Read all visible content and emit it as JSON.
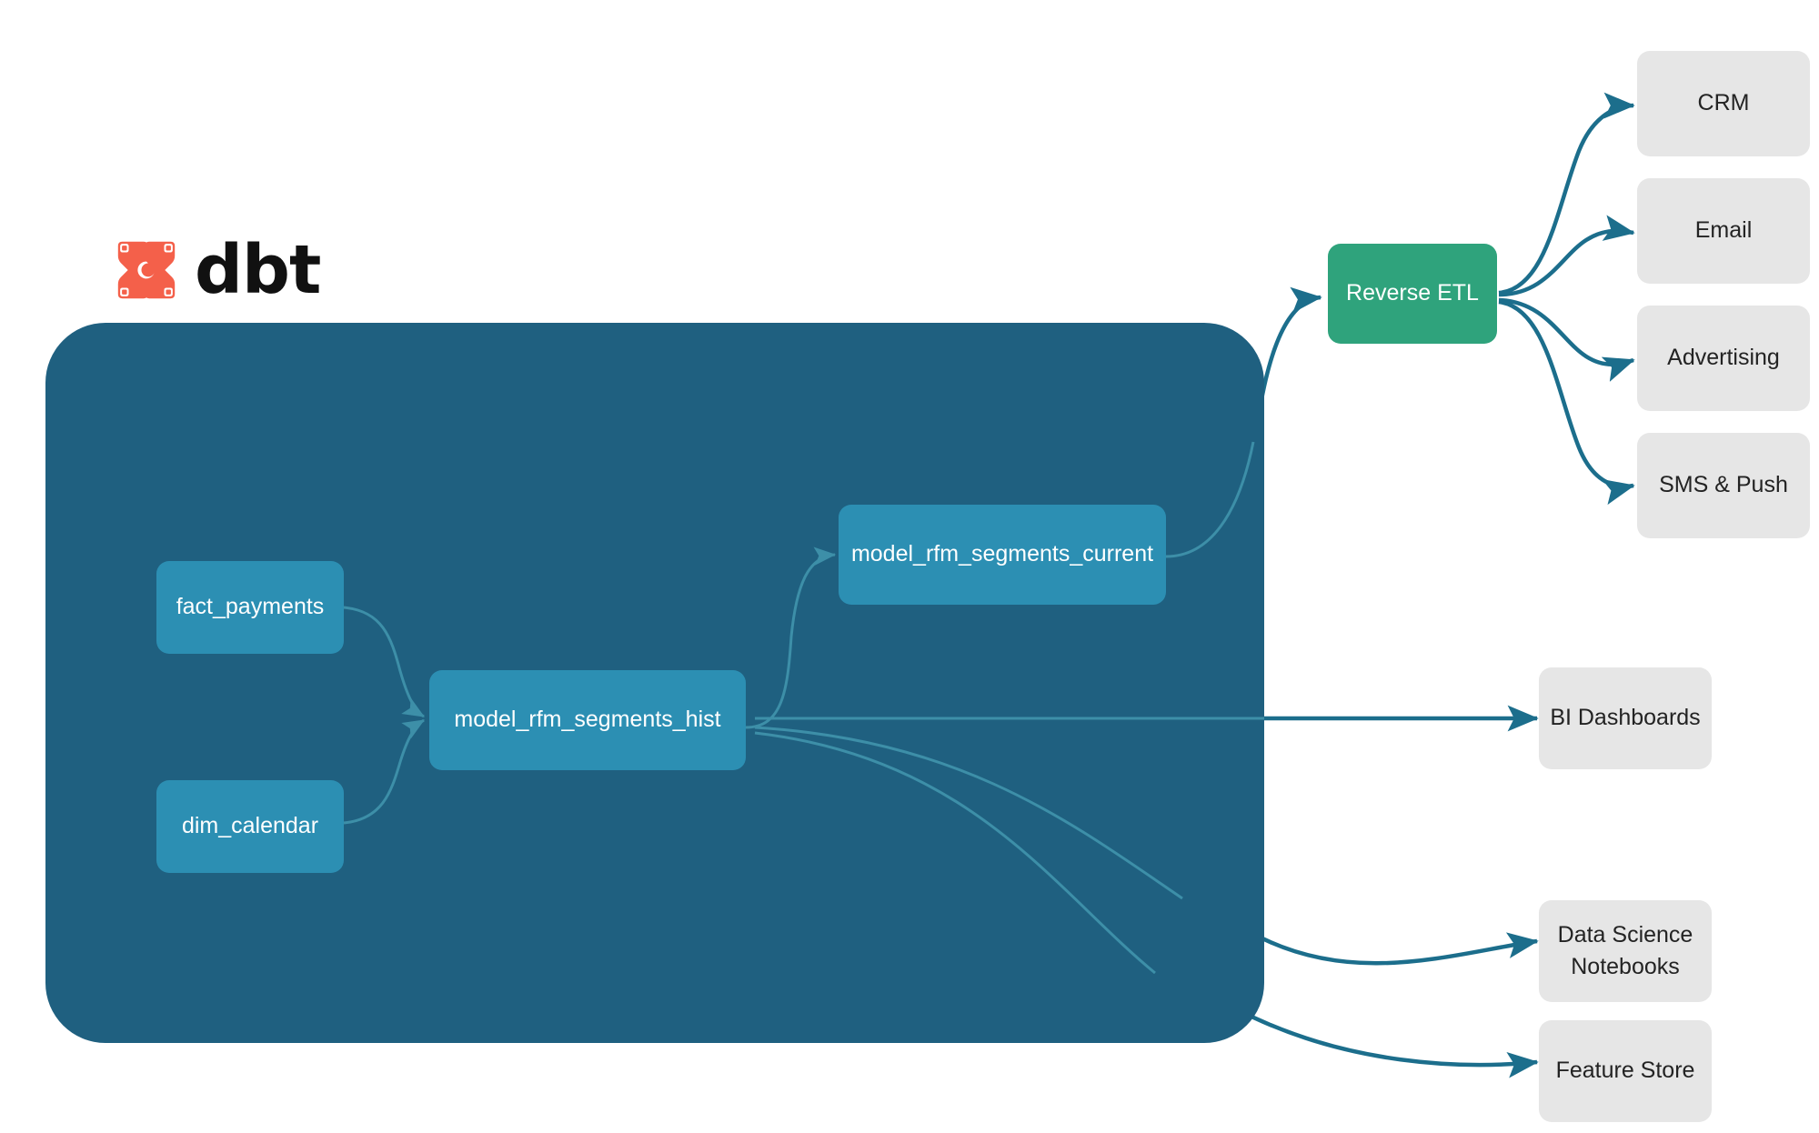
{
  "diagram": {
    "title": "dbt RFM segments lineage and activation flow",
    "background": "#ffffff"
  },
  "brand": {
    "logo_icon": "dbt-logo-icon",
    "wordmark": "dbt",
    "logo_color": "#F4604A",
    "wordmark_color": "#111111"
  },
  "colors": {
    "container": "#1F6080",
    "dbt_node": "#2C8FB3",
    "reverse_etl": "#2FA37C",
    "destination": "#E6E6E6",
    "edge_outer": "#1C6E8C",
    "edge_inner": "#3D8FA8",
    "node_text": "#ffffff",
    "destination_text": "#232323"
  },
  "container": {
    "name": "dbt-project-container"
  },
  "dbt_nodes": [
    {
      "id": "fact_payments",
      "label": "fact_payments"
    },
    {
      "id": "dim_calendar",
      "label": "dim_calendar"
    },
    {
      "id": "model_rfm_segments_hist",
      "label": "model_rfm_segments_hist"
    },
    {
      "id": "model_rfm_segments_current",
      "label": "model_rfm_segments_current"
    }
  ],
  "reverse_etl": {
    "id": "reverse_etl",
    "label": "Reverse ETL"
  },
  "destinations": [
    {
      "id": "crm",
      "label": "CRM"
    },
    {
      "id": "email",
      "label": "Email"
    },
    {
      "id": "advertising",
      "label": "Advertising"
    },
    {
      "id": "sms_push",
      "label": "SMS & Push"
    },
    {
      "id": "bi_dashboards",
      "label": "BI Dashboards"
    },
    {
      "id": "data_science_notebooks",
      "label": "Data Science\nNotebooks",
      "line1": "Data Science",
      "line2": "Notebooks"
    },
    {
      "id": "feature_store",
      "label": "Feature Store"
    }
  ],
  "edges": [
    {
      "from": "fact_payments",
      "to": "model_rfm_segments_hist"
    },
    {
      "from": "dim_calendar",
      "to": "model_rfm_segments_hist"
    },
    {
      "from": "model_rfm_segments_hist",
      "to": "model_rfm_segments_current"
    },
    {
      "from": "model_rfm_segments_current",
      "to": "reverse_etl"
    },
    {
      "from": "reverse_etl",
      "to": "crm"
    },
    {
      "from": "reverse_etl",
      "to": "email"
    },
    {
      "from": "reverse_etl",
      "to": "advertising"
    },
    {
      "from": "reverse_etl",
      "to": "sms_push"
    },
    {
      "from": "model_rfm_segments_hist",
      "to": "bi_dashboards"
    },
    {
      "from": "model_rfm_segments_hist",
      "to": "data_science_notebooks"
    },
    {
      "from": "model_rfm_segments_hist",
      "to": "feature_store"
    }
  ]
}
